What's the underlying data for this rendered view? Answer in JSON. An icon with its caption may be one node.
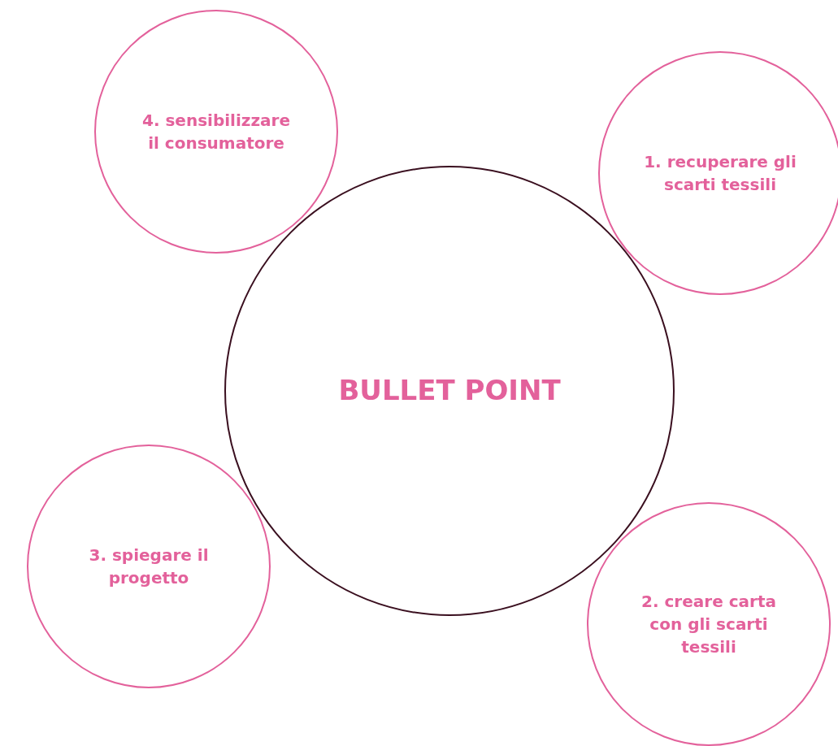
{
  "diagram": {
    "nodes": [
      {
        "text": [
          "4. sensibilizzare il consumatore"
        ]
      },
      {
        "text": [
          "1. recuperare gli scarti tessili"
        ]
      },
      {
        "text": [
          "BULLET POINT"
        ]
      },
      {
        "text": [
          "3. spiegare il progetto"
        ]
      },
      {
        "text": [
          "2. creare carta con gli scarti tessili"
        ]
      }
    ]
  }
}
